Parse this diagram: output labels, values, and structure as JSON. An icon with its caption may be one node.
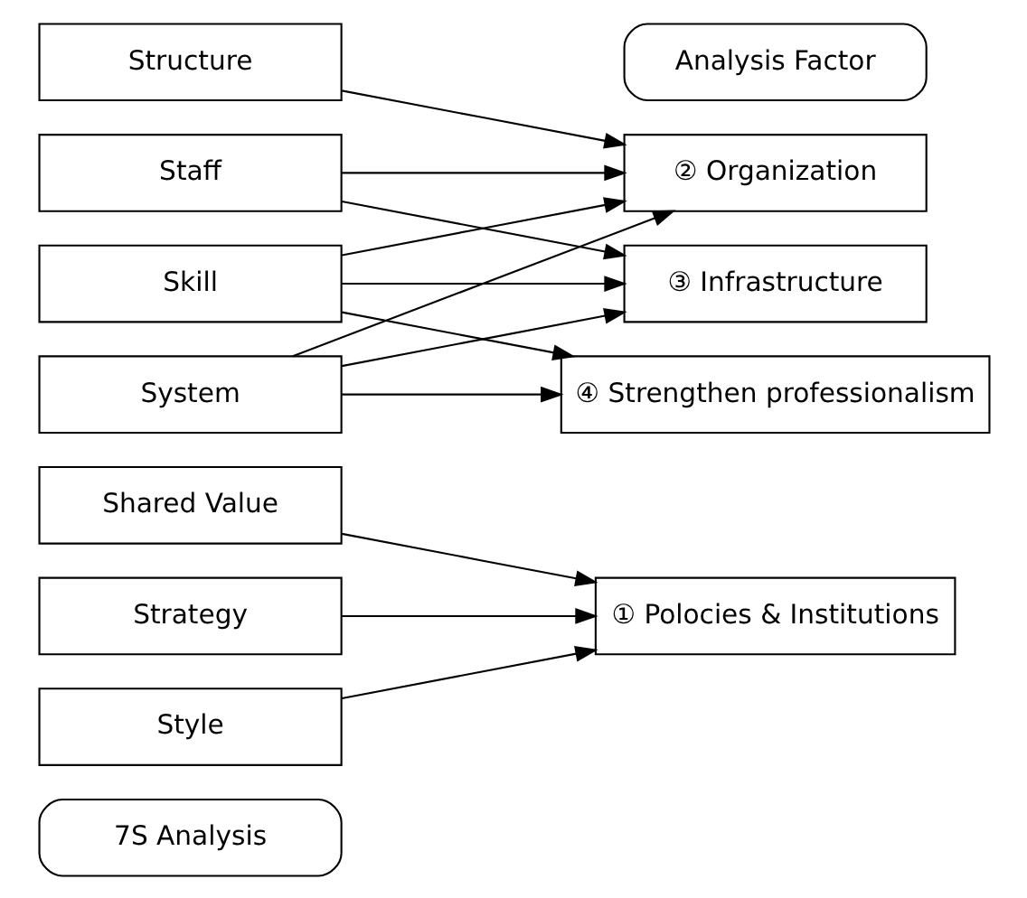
{
  "diagram": {
    "nodes": [
      {
        "text": [
          "7S Analysis"
        ]
      },
      {
        "text": [
          "Analysis Factor"
        ]
      },
      {
        "text": [
          "Shared Value"
        ]
      },
      {
        "text": [
          "Strategy"
        ]
      },
      {
        "text": [
          "Skill"
        ]
      },
      {
        "text": [
          "Style"
        ]
      },
      {
        "text": [
          "Structure"
        ]
      },
      {
        "text": [
          "Staff"
        ]
      },
      {
        "text": [
          "System"
        ]
      },
      {
        "text": [
          "① Polocies & Institutions"
        ]
      },
      {
        "text": [
          "② Organization"
        ]
      },
      {
        "text": [
          "③ Infrastructure"
        ]
      },
      {
        "text": [
          "④ Strengthen professionalism"
        ]
      }
    ],
    "edges": [
      {
        "from": 2,
        "to": 9,
        "arrow": "to"
      },
      {
        "from": 3,
        "to": 9,
        "arrow": "to"
      },
      {
        "from": 5,
        "to": 9,
        "arrow": "to"
      },
      {
        "from": 4,
        "to": 10,
        "arrow": "to"
      },
      {
        "from": 4,
        "to": 11,
        "arrow": "to"
      },
      {
        "from": 4,
        "to": 12,
        "arrow": "to"
      },
      {
        "from": 6,
        "to": 10,
        "arrow": "to"
      },
      {
        "from": 7,
        "to": 10,
        "arrow": "to"
      },
      {
        "from": 7,
        "to": 11,
        "arrow": "to"
      },
      {
        "from": 8,
        "to": 10,
        "arrow": "to"
      },
      {
        "from": 8,
        "to": 11,
        "arrow": "to"
      },
      {
        "from": 8,
        "to": 12,
        "arrow": "to"
      }
    ]
  }
}
